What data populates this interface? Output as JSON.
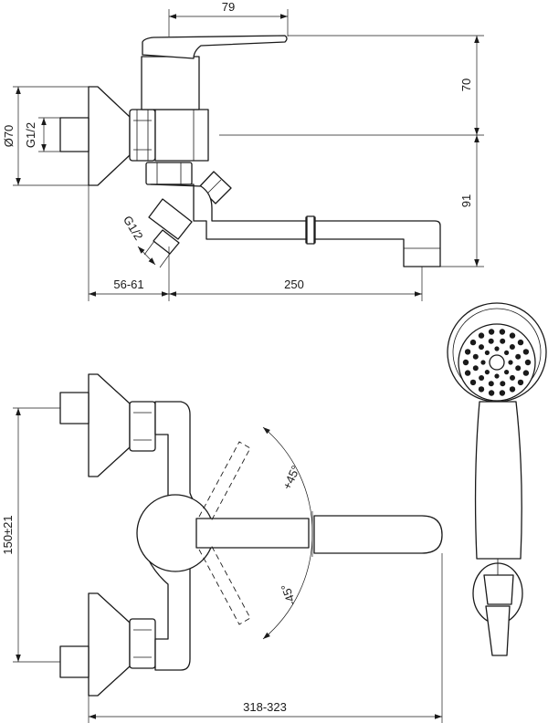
{
  "dimensions": {
    "top_spout_offset": "79",
    "top_lever_height": "70",
    "side_flange_diameter": "Ø70",
    "side_thread_upper": "G1/2",
    "side_thread_lower": "G1/2",
    "side_outlet_height": "91",
    "side_wall_offset": "56-61",
    "side_spout_length": "250",
    "front_centers": "150±21",
    "front_width": "318-323",
    "angle_plus": "+45°",
    "angle_minus": "-45°"
  }
}
